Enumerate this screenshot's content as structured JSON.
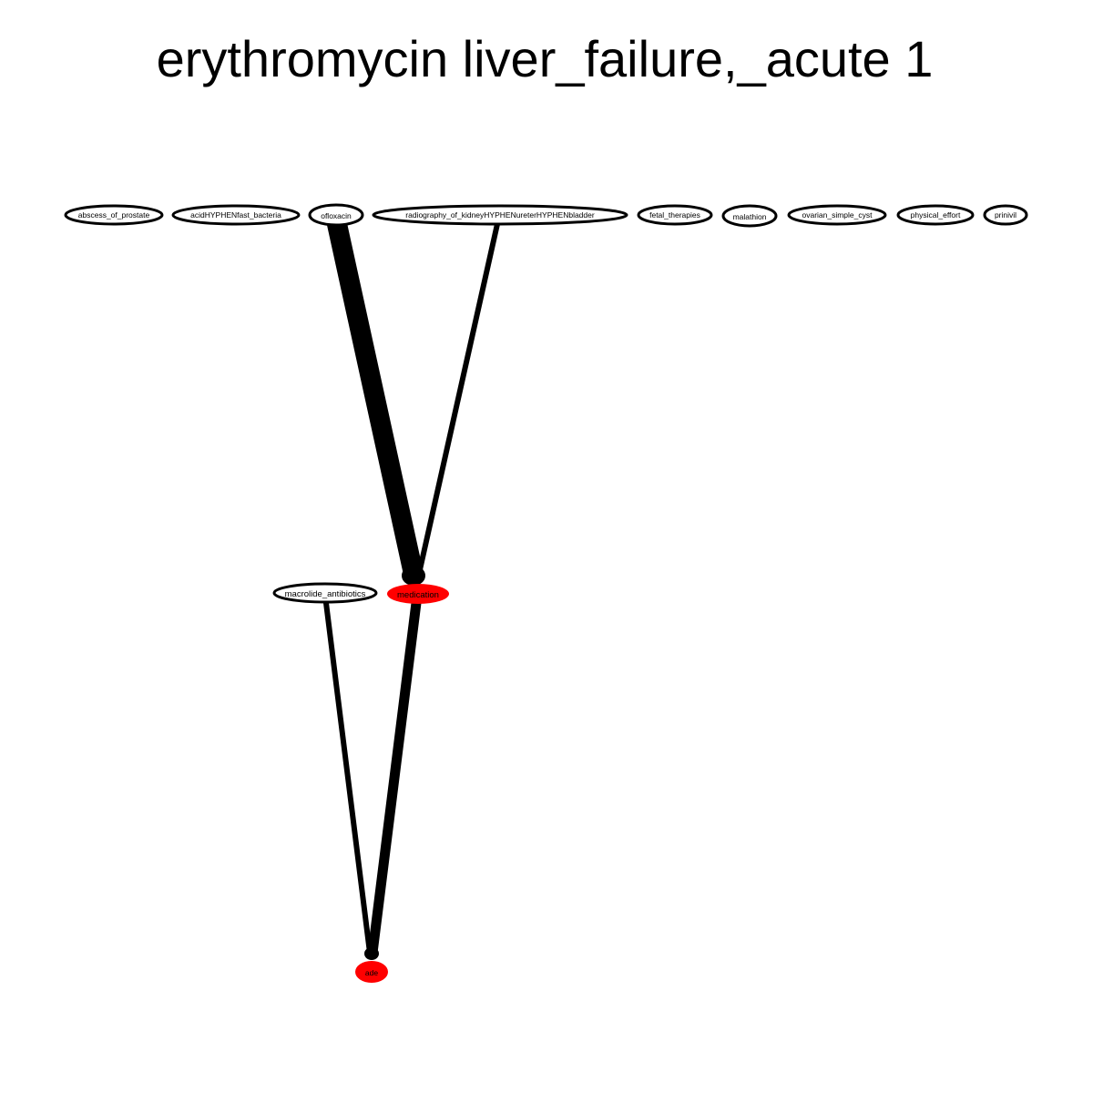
{
  "title": "erythromycin liver_failure,_acute 1",
  "colors": {
    "highlight_fill": "#ff0000",
    "default_fill": "#ffffff",
    "stroke": "#000000"
  },
  "nodes": {
    "abscess_of_prostate": {
      "label": "abscess_of_prostate",
      "highlight": false
    },
    "acidHYPHENfast_bacteria": {
      "label": "acidHYPHENfast_bacteria",
      "highlight": false
    },
    "ofloxacin": {
      "label": "ofloxacin",
      "highlight": false
    },
    "radiography": {
      "label": "radiography_of_kidneyHYPHENureterHYPHENbladder",
      "highlight": false
    },
    "fetal_therapies": {
      "label": "fetal_therapies",
      "highlight": false
    },
    "malathion": {
      "label": "malathion",
      "highlight": false
    },
    "ovarian_simple_cyst": {
      "label": "ovarian_simple_cyst",
      "highlight": false
    },
    "physical_effort": {
      "label": "physical_effort",
      "highlight": false
    },
    "prinivil": {
      "label": "prinivil",
      "highlight": false
    },
    "macrolide_antibiotics": {
      "label": "macrolide_antibiotics",
      "highlight": false
    },
    "medication": {
      "label": "medication",
      "highlight": true
    },
    "ade": {
      "label": "ade",
      "highlight": true
    }
  },
  "edges": [
    {
      "from": "ofloxacin",
      "to": "medication",
      "weight": 5
    },
    {
      "from": "radiography",
      "to": "medication",
      "weight": 1
    },
    {
      "from": "macrolide_antibiotics",
      "to": "ade",
      "weight": 1
    },
    {
      "from": "medication",
      "to": "ade",
      "weight": 2
    }
  ]
}
